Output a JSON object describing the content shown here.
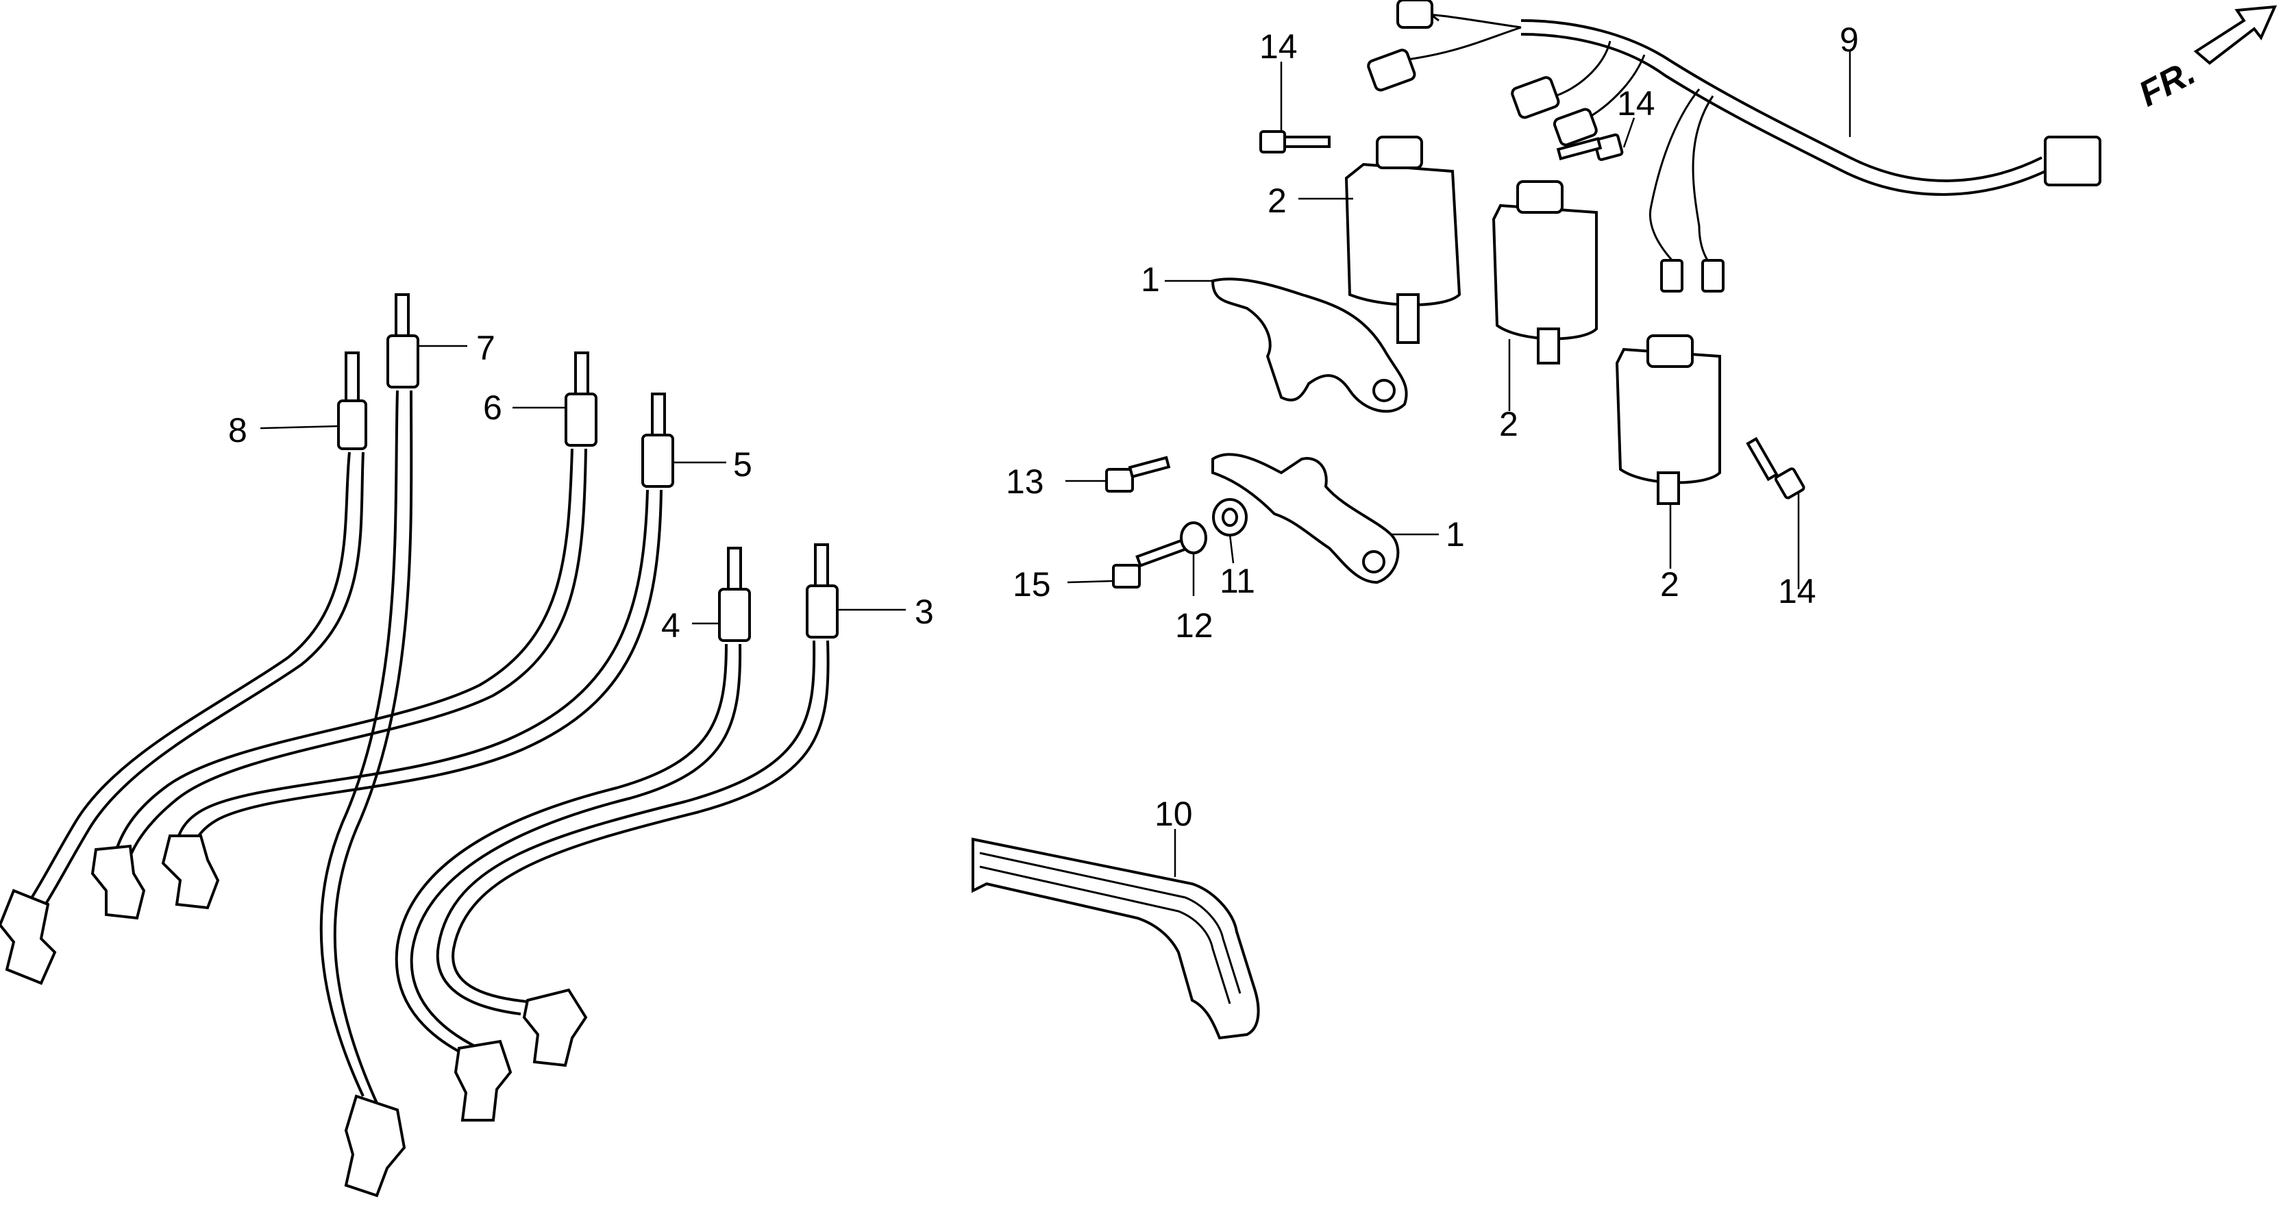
{
  "diagram": {
    "orientation_marker": "FR.",
    "callouts": [
      {
        "key": "c1a",
        "text": "1"
      },
      {
        "key": "c1b",
        "text": "1"
      },
      {
        "key": "c2a",
        "text": "2"
      },
      {
        "key": "c2b",
        "text": "2"
      },
      {
        "key": "c2c",
        "text": "2"
      },
      {
        "key": "c3",
        "text": "3"
      },
      {
        "key": "c4",
        "text": "4"
      },
      {
        "key": "c5",
        "text": "5"
      },
      {
        "key": "c6",
        "text": "6"
      },
      {
        "key": "c7",
        "text": "7"
      },
      {
        "key": "c8",
        "text": "8"
      },
      {
        "key": "c9",
        "text": "9"
      },
      {
        "key": "c10",
        "text": "10"
      },
      {
        "key": "c11",
        "text": "11"
      },
      {
        "key": "c12",
        "text": "12"
      },
      {
        "key": "c13",
        "text": "13"
      },
      {
        "key": "c14a",
        "text": "14"
      },
      {
        "key": "c14b",
        "text": "14"
      },
      {
        "key": "c14c",
        "text": "14"
      },
      {
        "key": "c15",
        "text": "15"
      }
    ]
  }
}
